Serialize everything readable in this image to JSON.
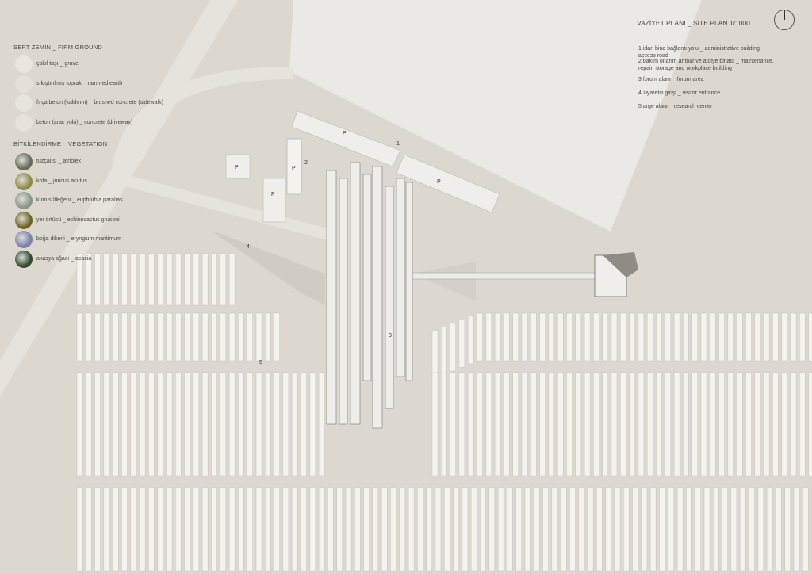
{
  "title": "VAZİYET PLANI _ SITE PLAN 1/1000",
  "legend": {
    "firm_ground_heading": "SERT ZEMİN _ FIRM GROUND",
    "firm_ground": [
      {
        "label": "çakıl taşı _ gravel",
        "color": "#e9e6e0"
      },
      {
        "label": "sıkıştırılmış toprak _ rammed earth",
        "color": "#e4e1da"
      },
      {
        "label": "fırça beton (kaldırım) _ brushed concrete (sidewalk)",
        "color": "#e7e4de"
      },
      {
        "label": "beton (araç yolu) _ concrete (driveway)",
        "color": "#e6e3dd"
      }
    ],
    "vegetation_heading": "BİTKİLENDİRME _ VEGETATION",
    "vegetation": [
      {
        "label": "tuzçalısı _ atriplex",
        "color": "#6b6a55"
      },
      {
        "label": "kofa _ juncus acutus",
        "color": "#8f8a45"
      },
      {
        "label": "kum sütleğeni _ euphorbia paralias",
        "color": "#8a9784"
      },
      {
        "label": "yer örtücü _ echinocactus grusoni",
        "color": "#6f6422"
      },
      {
        "label": "boğa dikeni _ eryngium maritimum",
        "color": "#7d80a8"
      },
      {
        "label": "akasya ağacı _ acacia",
        "color": "#2f4a2c"
      }
    ]
  },
  "notes": [
    "1 idari bina bağlantı yolu _ administrative building access road",
    "2 bakım onarım ambar ve atölye binası _ maintenance, repair, storage and workplace building",
    "3 forum alanı _ forum area",
    "4 ziyaretçi girişi _ visitor entrance",
    "5 arge alanı _ research center"
  ],
  "map_labels": {
    "n1": "1",
    "n2": "2",
    "n3": "3",
    "n4": "4",
    "n5": "5",
    "parking": "P"
  }
}
